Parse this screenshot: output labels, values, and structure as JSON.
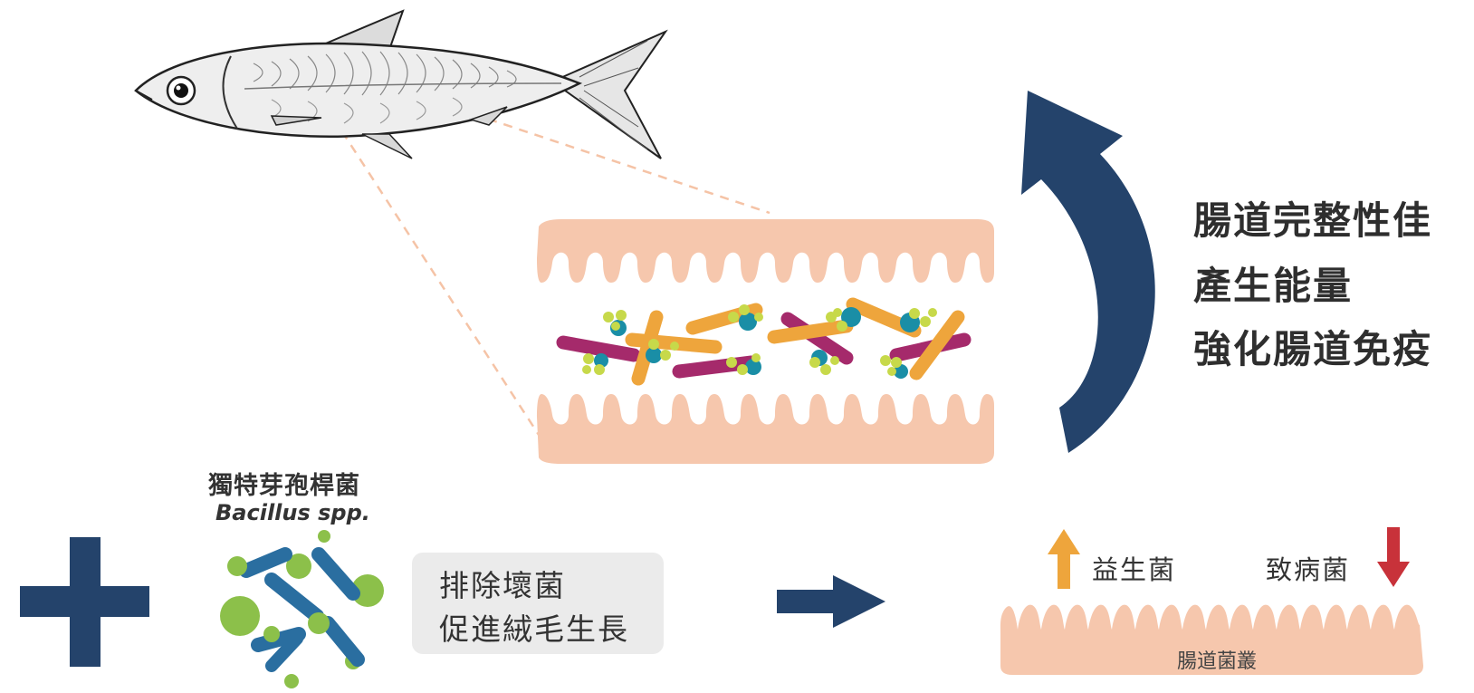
{
  "benefits": {
    "line1": "腸道完整性佳",
    "line2": "產生能量",
    "line3": "強化腸道免疫"
  },
  "bacillus": {
    "name_zh": "獨特芽孢桿菌",
    "name_sci": "Bacillus spp."
  },
  "action": {
    "line1": "排除壞菌",
    "line2": "促進絨毛生長"
  },
  "flora": {
    "probiotic_label": "益生菌",
    "pathogen_label": "致病菌",
    "gut_flora_label": "腸道菌叢"
  },
  "colors": {
    "navy": "#24436b",
    "villi": "#f6c7ad",
    "orange": "#eea53c",
    "magenta": "#a52a6b",
    "teal": "#1a8ea6",
    "lime": "#c7d94a",
    "green": "#8cc04a",
    "blue": "#2a6ea0",
    "red": "#c8323a",
    "grey_box": "#ebebeb"
  },
  "icons": [
    "fish-icon",
    "plus-icon",
    "bacteria-cluster-icon",
    "right-arrow-icon",
    "cycle-arrow-icon",
    "up-arrow-icon",
    "down-arrow-icon"
  ]
}
